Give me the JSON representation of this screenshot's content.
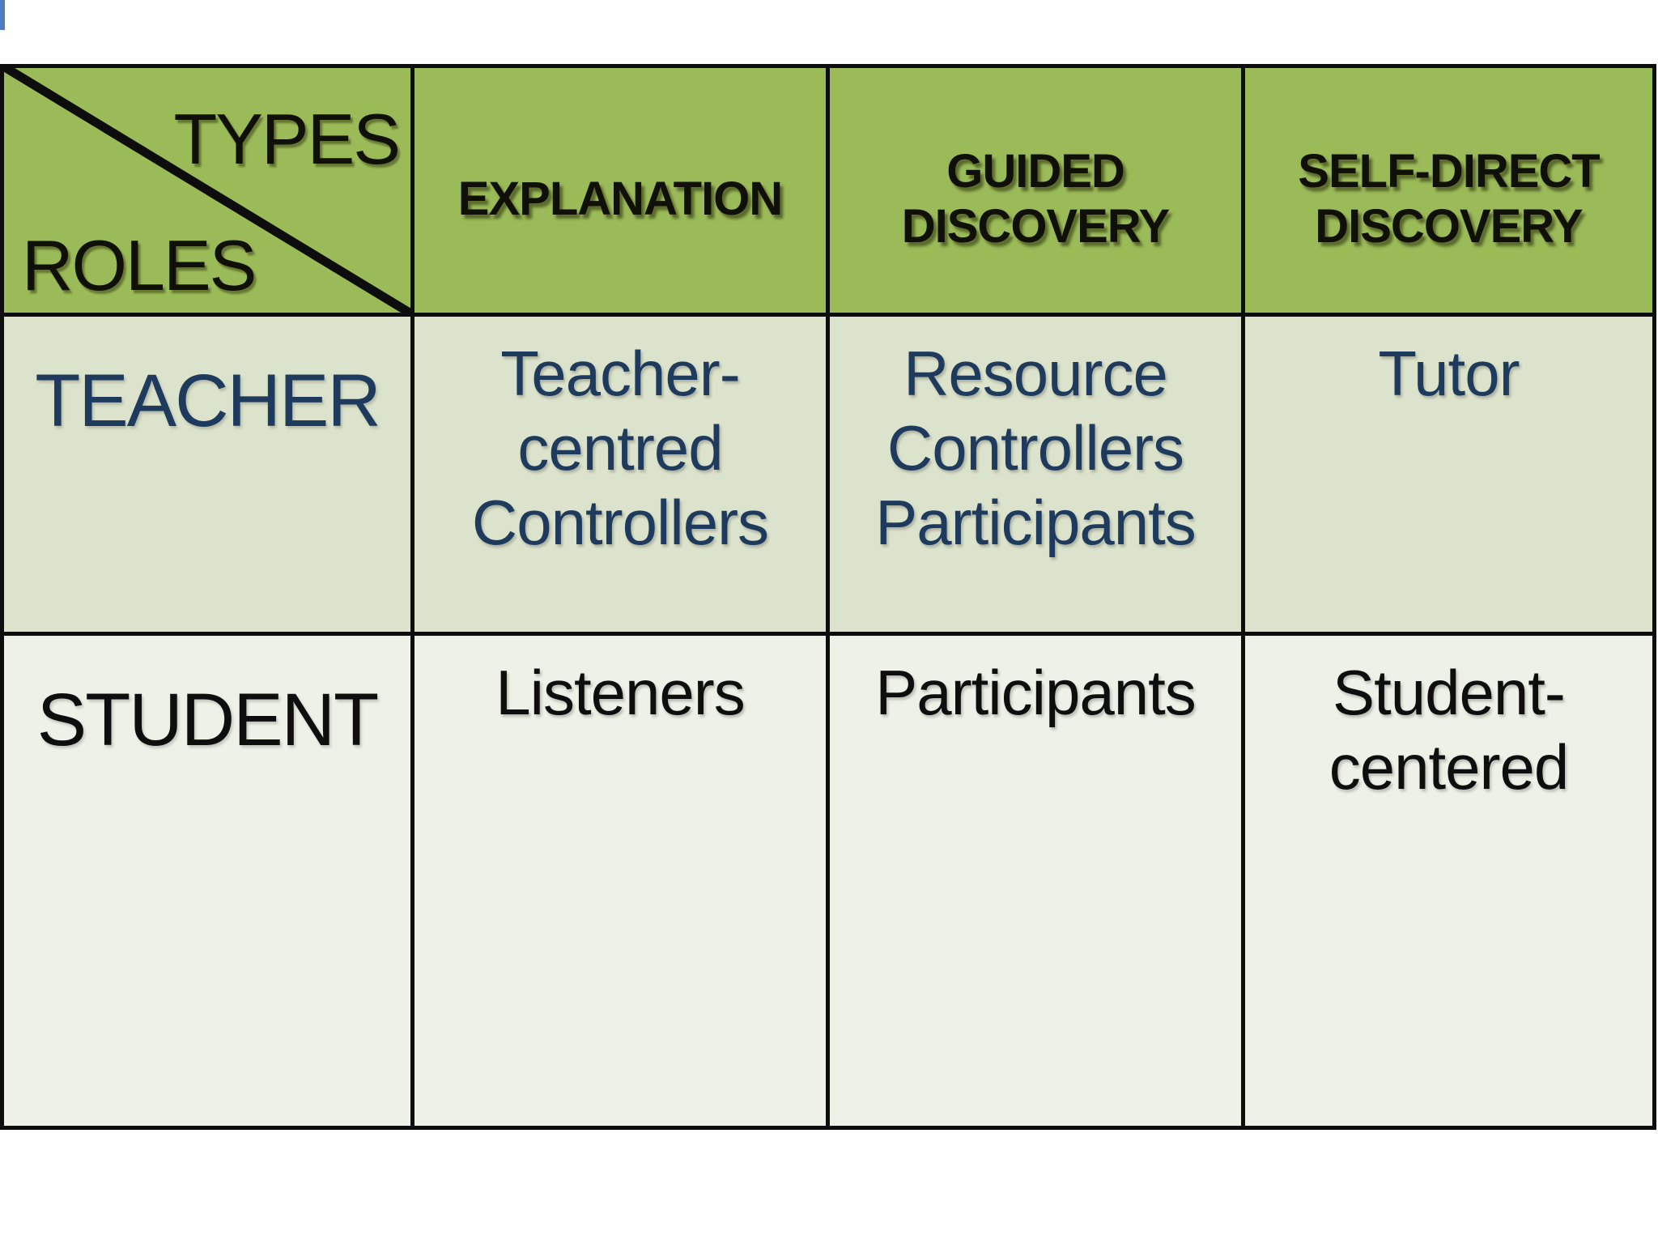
{
  "slide": {
    "background": "#ffffff",
    "corner_marker_color": "#4d7dc0"
  },
  "table": {
    "colors": {
      "border": "#0d0d0d",
      "header_bg": "#9bba58",
      "header_fg": "#101008",
      "teacher_bg": "#dce3cc",
      "teacher_fg": "#1e3a5c",
      "student_bg": "#edf1e7",
      "student_fg": "#0e0e0e"
    },
    "header": {
      "corner_top_right": "TYPES",
      "corner_bottom_left": "ROLES",
      "col_explanation": "EXPLANATION",
      "col_guided": "GUIDED\nDISCOVERY",
      "col_selfdirect": "SELF-DIRECT\nDISCOVERY"
    },
    "teacher_row": {
      "label": "TEACHER",
      "explanation": "Teacher-\ncentred\nControllers",
      "guided": "Resource\nControllers\nParticipants",
      "selfdirect": "Tutor"
    },
    "student_row": {
      "label": "STUDENT",
      "explanation": "Listeners",
      "guided": "Participants",
      "selfdirect": "Student-\ncentered"
    }
  }
}
